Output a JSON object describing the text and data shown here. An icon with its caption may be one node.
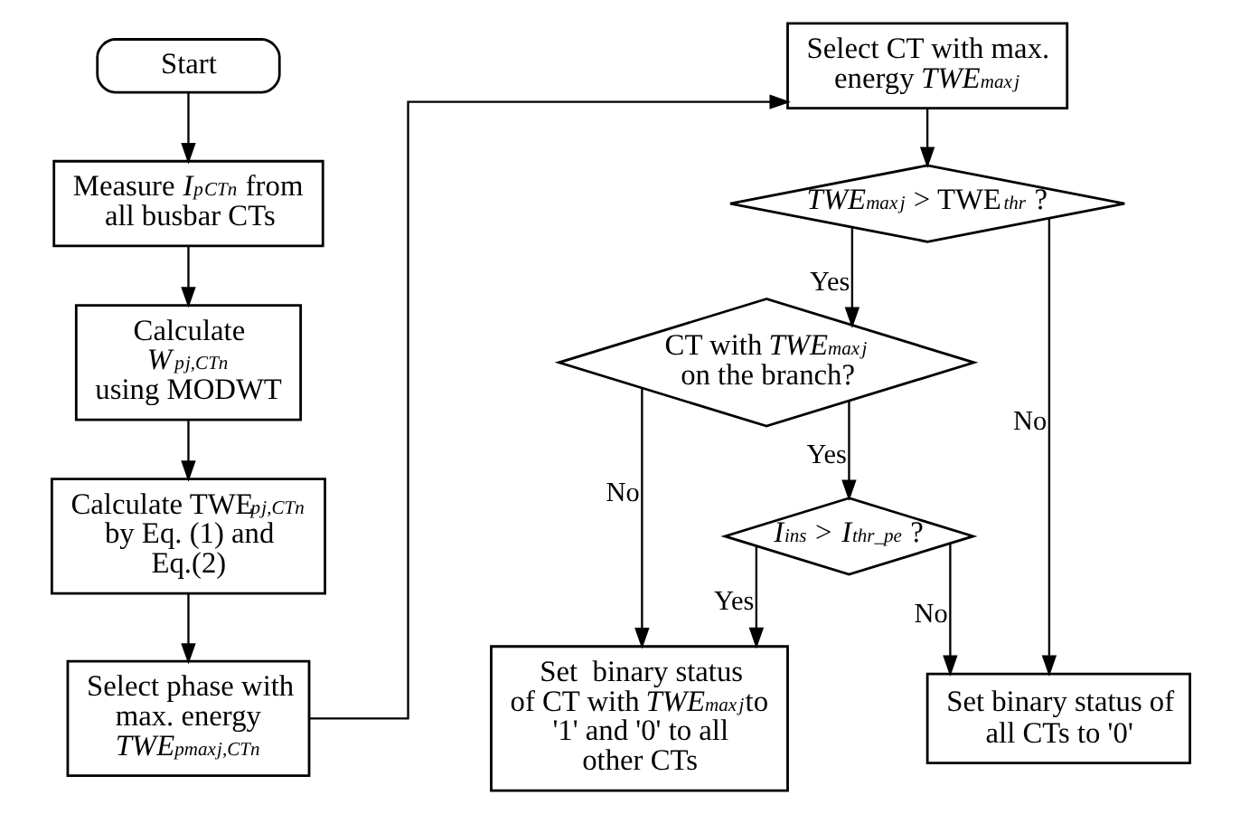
{
  "diagram": {
    "nodes": [
      {
        "text": [
          "Start"
        ]
      },
      {
        "text": [
          "Measure *I*$^{p}$$_{CTn}$ from all busbar CTs"
        ]
      },
      {
        "text": [
          "Calculate *W*$^{p}$$_{j,CTn}$ using MODWT"
        ]
      },
      {
        "text": [
          "Calculate TWE$^{p}$$_{j,CTn}$ by Eq. (1) and Eq.(2)"
        ]
      },
      {
        "text": [
          "Select phase with max. energy *TWE*$^{pmax}$$_{j,CTn}$"
        ]
      },
      {
        "text": [
          "Select CT with max. energy *TWE*$^{max}$$_{j}$"
        ]
      },
      {
        "text": [
          "*TWE*$^{max}$$_{j}$ > TWE$_{thr}$ ?"
        ]
      },
      {
        "text": [
          "CT with *TWE*$^{max}$$_{j}$ on the branch?"
        ]
      },
      {
        "text": [
          "*I*$_{ins}$ > *I*$_{thr_pe}$ ?"
        ]
      },
      {
        "text": [
          "Set  binary status of CT with *TWE*$^{max}$$_{j}$to '1' and '0' to all other CTs"
        ]
      },
      {
        "text": [
          "Set binary status of all CTs to '0'"
        ]
      }
    ],
    "edges": [
      {
        "from": 0,
        "to": 1,
        "arrow": "to"
      },
      {
        "from": 1,
        "to": 2,
        "arrow": "to"
      },
      {
        "from": 2,
        "to": 3,
        "arrow": "to"
      },
      {
        "from": 3,
        "to": 4,
        "arrow": "to"
      },
      {
        "from": 4,
        "to": 5,
        "arrow": "to"
      },
      {
        "from": 5,
        "to": 6,
        "arrow": "to"
      },
      {
        "from": 6,
        "to": 10,
        "arrow": "to",
        "label": "No"
      },
      {
        "from": 6,
        "to": 7,
        "arrow": "to",
        "label": "Yes"
      },
      {
        "from": 7,
        "to": 8,
        "arrow": "to",
        "label": "Yes"
      },
      {
        "from": 7,
        "to": 9,
        "arrow": "to",
        "label": "No"
      },
      {
        "from": 8,
        "to": 10,
        "arrow": "to",
        "label": "No"
      },
      {
        "from": 8,
        "to": 9,
        "arrow": "to",
        "label": "Yes"
      }
    ]
  }
}
